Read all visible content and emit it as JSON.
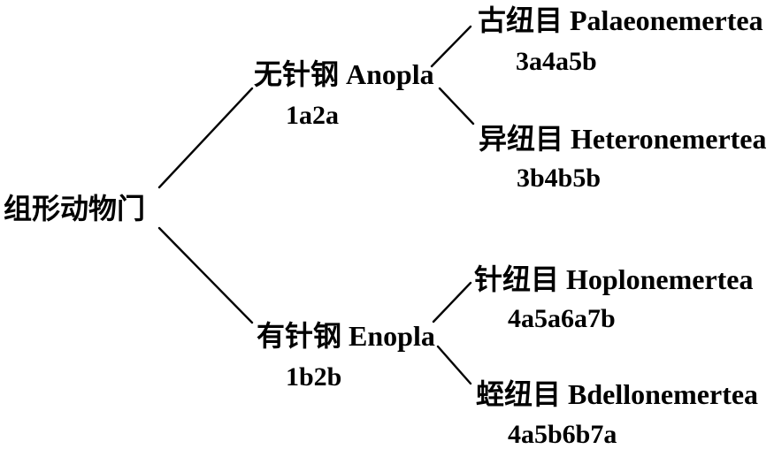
{
  "diagram": {
    "root": {
      "label": "组形动物门"
    },
    "classes": [
      {
        "label": "无针钢 Anopla",
        "code": "1a2a",
        "orders": [
          {
            "label": "古纽目 Palaeonemertea",
            "code": "3a4a5b"
          },
          {
            "label": "异纽目 Heteronemertea",
            "code": "3b4b5b"
          }
        ]
      },
      {
        "label": "有针钢 Enopla",
        "code": "1b2b",
        "orders": [
          {
            "label": "针纽目 Hoplonemertea",
            "code": "4a5a6a7b"
          },
          {
            "label": "蛭纽目 Bdellonemertea",
            "code": "4a5b6b7a"
          }
        ]
      }
    ],
    "colors": {
      "ink": "#000000",
      "background": "#ffffff"
    }
  }
}
